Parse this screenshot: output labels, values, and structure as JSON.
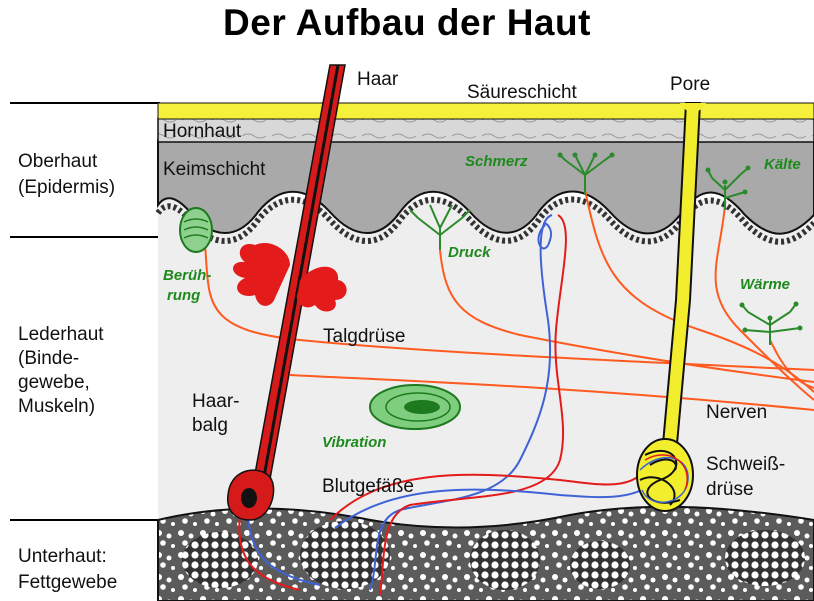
{
  "title": "Der Aufbau der Haut",
  "top_labels": {
    "hair": "Haar",
    "acid_mantle": "Säureschicht",
    "pore": "Pore"
  },
  "layers": {
    "epidermis_line1": "Oberhaut",
    "epidermis_line2": "(Epidermis)",
    "horny_layer": "Hornhaut",
    "germ_layer": "Keimschicht",
    "dermis_line1": "Lederhaut",
    "dermis_line2": "(Binde-",
    "dermis_line3": "gewebe,",
    "dermis_line4": "Muskeln)",
    "subcutis_line1": "Unterhaut:",
    "subcutis_line2": "Fettgewebe"
  },
  "structures": {
    "sebaceous_gland": "Talgdrüse",
    "hair_follicle_line1": "Haar-",
    "hair_follicle_line2": "balg",
    "blood_vessels": "Blutgefäße",
    "nerves": "Nerven",
    "sweat_gland_line1": "Schweiß-",
    "sweat_gland_line2": "drüse"
  },
  "receptors": {
    "touch_line1": "Berüh-",
    "touch_line2": "rung",
    "pressure": "Druck",
    "pain": "Schmerz",
    "cold": "Kälte",
    "warmth": "Wärme",
    "vibration": "Vibration"
  },
  "colors": {
    "acid_mantle": "#f5f03a",
    "horny_layer": "#d6d6d6",
    "epidermis": "#a9a9a9",
    "dermis": "#eeeeee",
    "subcutis": "#5b5b5b",
    "hair": "#d61a1a",
    "sweat_duct": "#f2ee2e",
    "receptor": "#2b8a2b",
    "nerve": "#ff5a1f",
    "vein": "#3f62d6",
    "artery": "#e41b1b"
  }
}
